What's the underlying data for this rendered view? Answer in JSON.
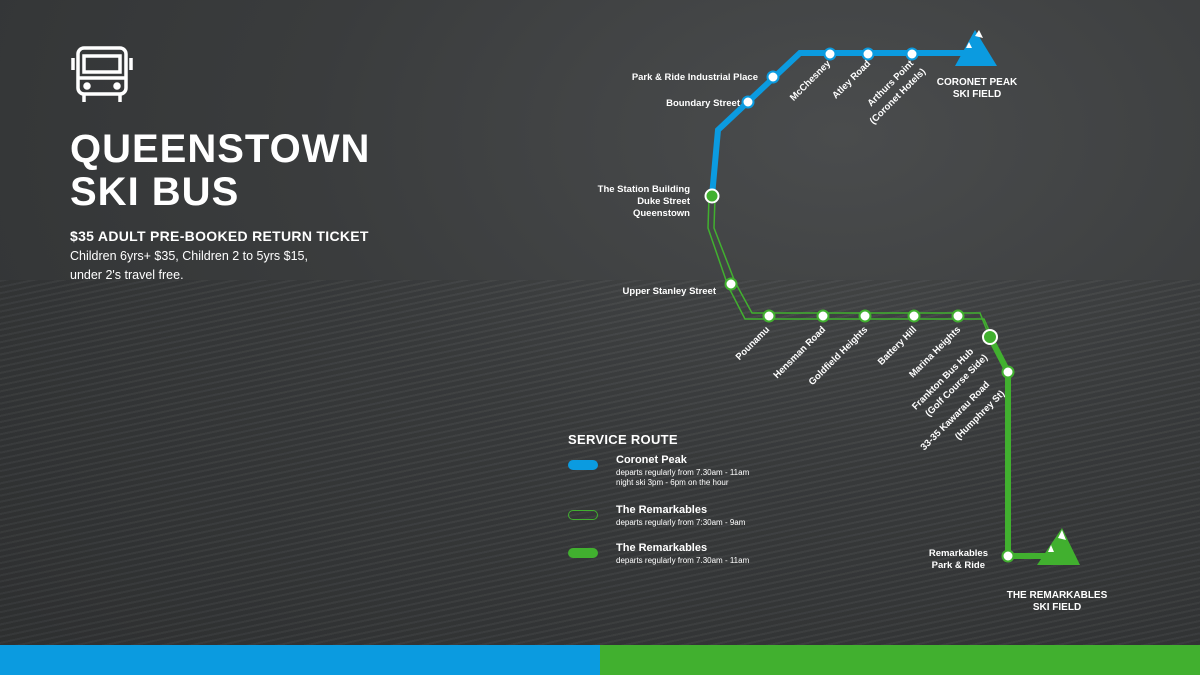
{
  "header": {
    "icon": "bus-icon",
    "title_line1": "QUEENSTOWN",
    "title_line2": "SKI BUS",
    "ticket": "$35 ADULT PRE-BOOKED RETURN TICKET",
    "children_line1": "Children 6yrs+ $35, Children 2 to 5yrs $15,",
    "children_line2": "under 2's travel free."
  },
  "colors": {
    "blue": "#0b9be0",
    "green": "#41b02f",
    "background": "#3a3c3d"
  },
  "coronet_route": {
    "stations": [
      "Boundary Street",
      "Park & Ride Industrial Place",
      "McChesney",
      "Atley Road",
      "Arthurs Point",
      "(Coronet Hotels)"
    ],
    "destination_line1": "CORONET PEAK",
    "destination_line2": "SKI FIELD"
  },
  "hub": {
    "line1": "The Station Building",
    "line2": "Duke Street",
    "line3": "Queenstown"
  },
  "remarkables_route": {
    "stations": [
      "Upper Stanley Street",
      "Pounamu",
      "Hensman Road",
      "Goldfield Heights",
      "Battery Hill",
      "Marina Heights",
      "Frankton Bus Hub",
      "(Golf Course Side)",
      "33-35 Kawarau Road",
      "(Humphrey St)",
      "Remarkables",
      "Park & Ride"
    ],
    "destination_line1": "THE REMARKABLES",
    "destination_line2": "SKI FIELD"
  },
  "legend": {
    "title": "SERVICE ROUTE",
    "items": [
      {
        "name": "Coronet Peak",
        "line1": "departs regularly from 7.30am - 11am",
        "line2": "night ski 3pm - 6pm on the hour"
      },
      {
        "name": "The Remarkables",
        "line1": "departs regularly from 7:30am - 9am"
      },
      {
        "name": "The Remarkables",
        "line1": "departs regularly from 7.30am - 11am"
      }
    ]
  }
}
